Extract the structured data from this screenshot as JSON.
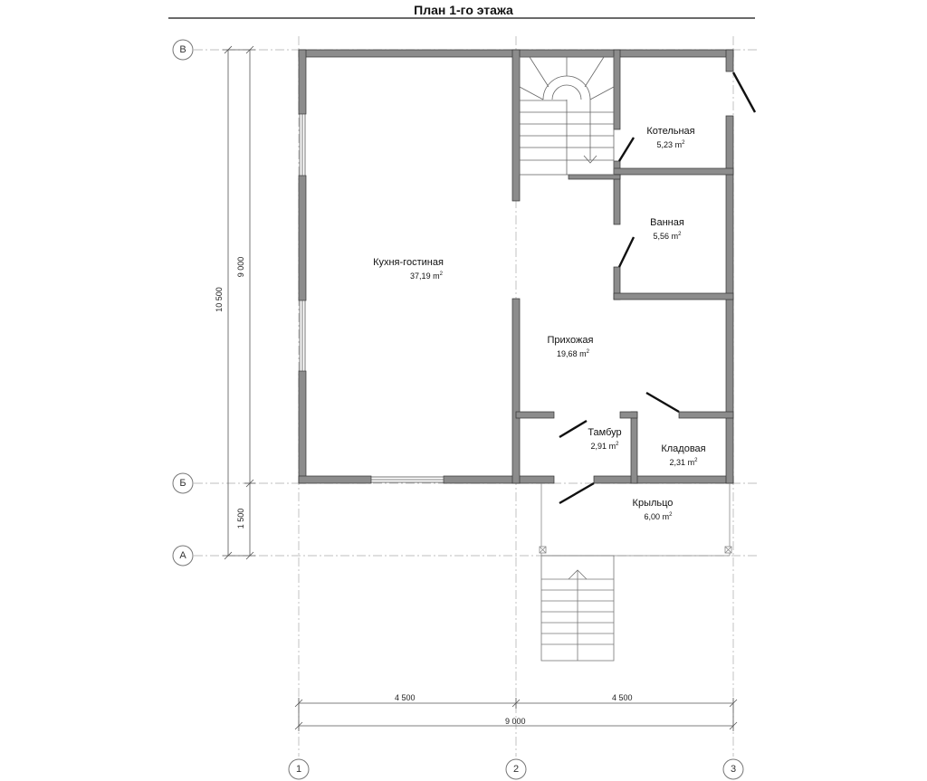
{
  "title": "План 1-го этажа",
  "rooms": {
    "kitchen": {
      "name": "Кухня-гостиная",
      "area": "37,19"
    },
    "boiler": {
      "name": "Котельная",
      "area": "5,23"
    },
    "bath": {
      "name": "Ванная",
      "area": "5,56"
    },
    "hall": {
      "name": "Прихожая",
      "area": "19,68"
    },
    "vestibule": {
      "name": "Тамбур",
      "area": "2,91"
    },
    "storage": {
      "name": "Кладовая",
      "area": "2,31"
    },
    "porch": {
      "name": "Крыльцо",
      "area": "6,00"
    }
  },
  "area_unit": "m",
  "area_unit_exp": "2",
  "dimensions": {
    "h_left": "4 500",
    "h_right": "4 500",
    "h_total": "9 000",
    "v_total": "10 500",
    "v_main": "9 000",
    "v_porch": "1 500"
  },
  "axes": {
    "row_v": "В",
    "row_b": "Б",
    "row_a": "А",
    "col_1": "1",
    "col_2": "2",
    "col_3": "3"
  }
}
